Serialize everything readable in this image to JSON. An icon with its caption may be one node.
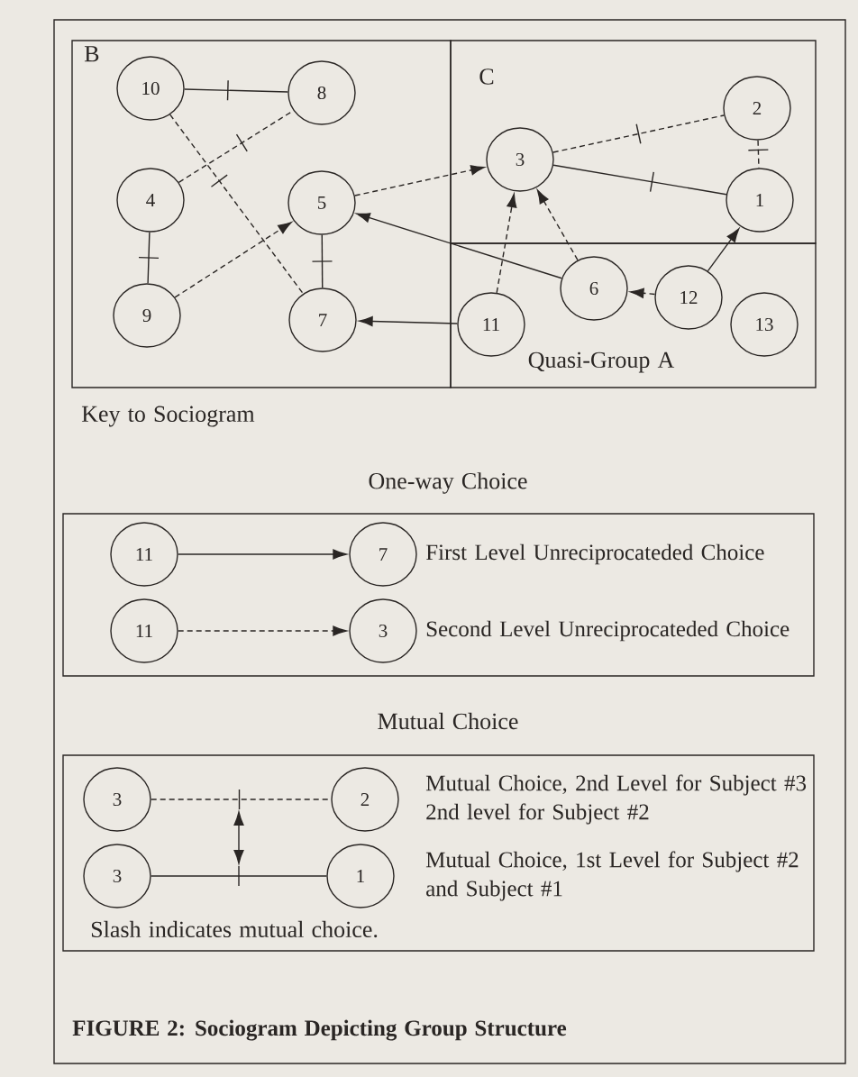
{
  "diagram": {
    "caption": "FIGURE 2: Sociogram Depicting Group Structure",
    "nodes": [
      {
        "text": [
          "B"
        ]
      },
      {
        "text": [
          "10"
        ],
        "in": 0
      },
      {
        "text": [
          "8"
        ],
        "in": 0
      },
      {
        "text": [
          "4"
        ],
        "in": 0
      },
      {
        "text": [
          "5"
        ],
        "in": 0
      },
      {
        "text": [
          "9"
        ],
        "in": 0
      },
      {
        "text": [
          "7"
        ],
        "in": 0
      },
      {
        "text": [
          "C"
        ]
      },
      {
        "text": [
          "3"
        ],
        "in": 7
      },
      {
        "text": [
          "2"
        ],
        "in": 7
      },
      {
        "text": [
          "1"
        ],
        "in": 7
      },
      {
        "text": [
          "Quasi-Group A"
        ]
      },
      {
        "text": [
          "6"
        ],
        "in": 11
      },
      {
        "text": [
          "12"
        ],
        "in": 11
      },
      {
        "text": [
          "11"
        ],
        "in": 11
      },
      {
        "text": [
          "13"
        ],
        "in": 11
      },
      {
        "text": [
          "One-way Choice"
        ]
      },
      {
        "text": [
          "11"
        ],
        "in": 16
      },
      {
        "text": [
          "7"
        ],
        "in": 16,
        "beside": [
          "First Level Unreciprocateded Choice"
        ]
      },
      {
        "text": [
          "11"
        ],
        "in": 16
      },
      {
        "text": [
          "3"
        ],
        "in": 16,
        "beside": [
          "Second Level Unreciprocateded Choice"
        ]
      },
      {
        "text": [
          "Mutual Choice"
        ]
      },
      {
        "text": [
          "3"
        ],
        "in": 21
      },
      {
        "text": [
          "2"
        ],
        "in": 21,
        "beside": [
          "Mutual Choice, 2nd Level for Subject #3 2nd level for Subject #2"
        ]
      },
      {
        "text": [
          "3"
        ],
        "in": 21
      },
      {
        "text": [
          "1"
        ],
        "in": 21,
        "beside": [
          "Mutual Choice, 1st Level for Subject #2 and Subject #1"
        ]
      }
    ],
    "edges": [
      {
        "from": 1,
        "to": 2,
        "arrow": "none"
      },
      {
        "from": 3,
        "to": 2,
        "arrow": "none",
        "style": "dashed"
      },
      {
        "from": 1,
        "to": 6,
        "arrow": "none",
        "style": "dashed"
      },
      {
        "from": 3,
        "to": 5,
        "arrow": "none"
      },
      {
        "from": 5,
        "to": 4,
        "arrow": "to",
        "style": "dashed"
      },
      {
        "from": 4,
        "to": 8,
        "arrow": "to",
        "style": "dashed"
      },
      {
        "from": 4,
        "to": 6,
        "arrow": "none"
      },
      {
        "from": 12,
        "to": 4,
        "arrow": "to"
      },
      {
        "from": 14,
        "to": 6,
        "arrow": "to"
      },
      {
        "from": 8,
        "to": 9,
        "arrow": "none",
        "style": "dashed"
      },
      {
        "from": 8,
        "to": 10,
        "arrow": "none"
      },
      {
        "from": 9,
        "to": 10,
        "arrow": "none",
        "style": "dashed"
      },
      {
        "from": 14,
        "to": 8,
        "arrow": "to",
        "style": "dashed"
      },
      {
        "from": 12,
        "to": 8,
        "arrow": "to",
        "style": "dashed"
      },
      {
        "from": 13,
        "to": 12,
        "arrow": "to",
        "style": "dashed"
      },
      {
        "from": 13,
        "to": 10,
        "arrow": "to"
      },
      {
        "from": 17,
        "to": 18,
        "arrow": "to"
      },
      {
        "from": 19,
        "to": 20,
        "arrow": "to",
        "style": "dashed"
      },
      {
        "from": 22,
        "to": 23,
        "arrow": "none",
        "style": "dashed"
      },
      {
        "from": 24,
        "to": 25,
        "arrow": "none"
      }
    ],
    "labels": [
      "Key to Sociogram",
      "Slash indicates mutual choice."
    ]
  }
}
